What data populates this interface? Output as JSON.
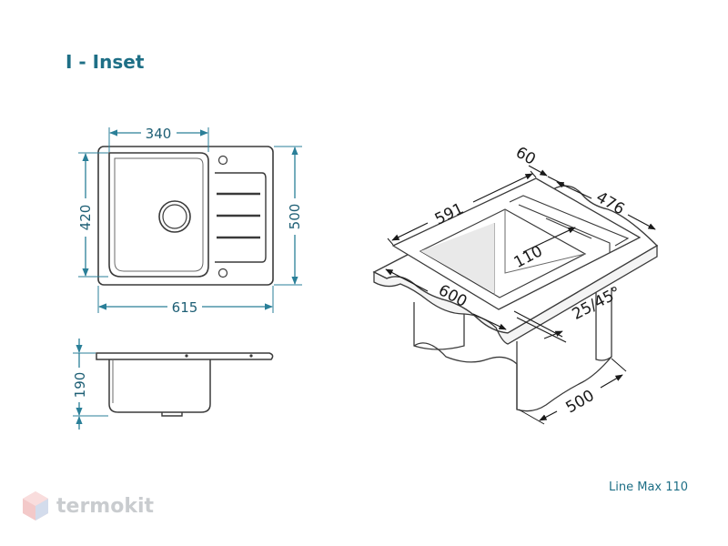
{
  "title": "I - Inset",
  "model": "Line Max 110",
  "brand": {
    "name": "termokit"
  },
  "colors": {
    "accent": "#1e6f86",
    "dimension": "#2a7f98",
    "outline": "#3a3a3a"
  },
  "top_view": {
    "bowl_width": "340",
    "total_width": "615",
    "bowl_depth": "420",
    "total_depth": "500"
  },
  "side_view": {
    "height": "190"
  },
  "iso_view": {
    "rim": "60",
    "length": "591",
    "depth": "476",
    "drainer": "110",
    "cabinet_width": "600",
    "angle": "25/45°",
    "cabinet_depth": "500"
  }
}
